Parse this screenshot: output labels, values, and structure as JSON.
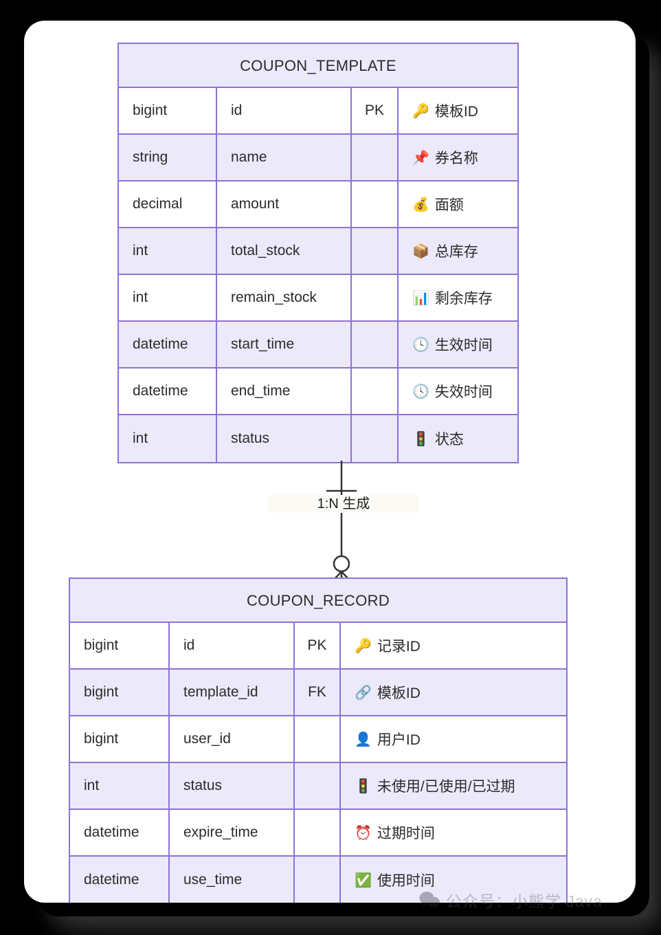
{
  "diagram": {
    "kind": "entity-relationship-diagram",
    "background_color": "#000000",
    "card_color": "#ffffff",
    "border_color": "#8c72d4",
    "header_fill": "#ece9fb",
    "alt_row_fill": "#ece9fb"
  },
  "tables": [
    {
      "id": "coupon-template",
      "title": "COUPON_TEMPLATE",
      "rows": [
        {
          "type": "bigint",
          "name": "id",
          "key": "PK",
          "emoji": "🔑",
          "desc": "模板ID",
          "icon_name": "key-icon"
        },
        {
          "type": "string",
          "name": "name",
          "key": "",
          "emoji": "📌",
          "desc": "券名称",
          "icon_name": "pushpin-icon"
        },
        {
          "type": "decimal",
          "name": "amount",
          "key": "",
          "emoji": "💰",
          "desc": "面额",
          "icon_name": "money-bag-icon"
        },
        {
          "type": "int",
          "name": "total_stock",
          "key": "",
          "emoji": "📦",
          "desc": "总库存",
          "icon_name": "package-icon"
        },
        {
          "type": "int",
          "name": "remain_stock",
          "key": "",
          "emoji": "📊",
          "desc": "剩余库存",
          "icon_name": "bar-chart-icon"
        },
        {
          "type": "datetime",
          "name": "start_time",
          "key": "",
          "emoji": "🕓",
          "desc": "生效时间",
          "icon_name": "clock-icon"
        },
        {
          "type": "datetime",
          "name": "end_time",
          "key": "",
          "emoji": "🕓",
          "desc": "失效时间",
          "icon_name": "clock-icon"
        },
        {
          "type": "int",
          "name": "status",
          "key": "",
          "emoji": "🚦",
          "desc": "状态",
          "icon_name": "traffic-light-icon"
        }
      ]
    },
    {
      "id": "coupon-record",
      "title": "COUPON_RECORD",
      "rows": [
        {
          "type": "bigint",
          "name": "id",
          "key": "PK",
          "emoji": "🔑",
          "desc": "记录ID",
          "icon_name": "key-icon"
        },
        {
          "type": "bigint",
          "name": "template_id",
          "key": "FK",
          "emoji": "🔗",
          "desc": "模板ID",
          "icon_name": "link-icon"
        },
        {
          "type": "bigint",
          "name": "user_id",
          "key": "",
          "emoji": "👤",
          "desc": "用户ID",
          "icon_name": "user-icon"
        },
        {
          "type": "int",
          "name": "status",
          "key": "",
          "emoji": "🚦",
          "desc": "未使用/已使用/已过期",
          "icon_name": "traffic-light-icon"
        },
        {
          "type": "datetime",
          "name": "expire_time",
          "key": "",
          "emoji": "⏰",
          "desc": "过期时间",
          "icon_name": "alarm-clock-icon"
        },
        {
          "type": "datetime",
          "name": "use_time",
          "key": "",
          "emoji": "✅",
          "desc": "使用时间",
          "icon_name": "check-mark-icon"
        }
      ]
    }
  ],
  "relationship": {
    "label": "1:N 生成",
    "from": "COUPON_TEMPLATE",
    "to": "COUPON_RECORD",
    "from_cardinality": "exactly-one",
    "to_cardinality": "zero-or-many"
  },
  "watermark": {
    "text": "公众号：小熊学 Java",
    "icon_name": "wechat-icon"
  }
}
